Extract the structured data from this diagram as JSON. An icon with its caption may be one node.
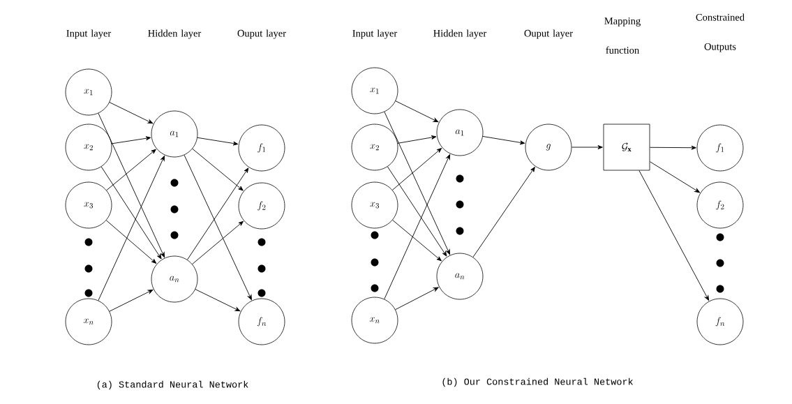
{
  "diagram": {
    "nodes": [
      {
        "text": [
          "x_1"
        ]
      },
      {
        "text": [
          "x_2"
        ]
      },
      {
        "text": [
          "x_3"
        ]
      },
      {
        "text": [
          "x_n"
        ]
      },
      {
        "text": [
          "a_1"
        ]
      },
      {
        "text": [
          "a_n"
        ]
      },
      {
        "text": [
          "f_1"
        ]
      },
      {
        "text": [
          "f_2"
        ]
      },
      {
        "text": [
          "f_n"
        ]
      },
      {
        "text": [
          "x_1"
        ]
      },
      {
        "text": [
          "x_2"
        ]
      },
      {
        "text": [
          "x_3"
        ]
      },
      {
        "text": [
          "x_n"
        ]
      },
      {
        "text": [
          "a_1"
        ]
      },
      {
        "text": [
          "a_n"
        ]
      },
      {
        "text": [
          "g"
        ]
      },
      {
        "text": [
          "\\mathcal{G}_{\\mathbf{x}}"
        ]
      },
      {
        "text": [
          "f_1"
        ]
      },
      {
        "text": [
          "f_2"
        ]
      },
      {
        "text": [
          "f_n"
        ]
      }
    ],
    "edges": [
      {
        "from": 0,
        "to": 4,
        "arrow": "to"
      },
      {
        "from": 0,
        "to": 5,
        "arrow": "to"
      },
      {
        "from": 1,
        "to": 4,
        "arrow": "to"
      },
      {
        "from": 1,
        "to": 5,
        "arrow": "to"
      },
      {
        "from": 2,
        "to": 4,
        "arrow": "to"
      },
      {
        "from": 2,
        "to": 5,
        "arrow": "to"
      },
      {
        "from": 3,
        "to": 4,
        "arrow": "to"
      },
      {
        "from": 3,
        "to": 5,
        "arrow": "to"
      },
      {
        "from": 4,
        "to": 6,
        "arrow": "to"
      },
      {
        "from": 4,
        "to": 7,
        "arrow": "to"
      },
      {
        "from": 4,
        "to": 8,
        "arrow": "to"
      },
      {
        "from": 5,
        "to": 6,
        "arrow": "to"
      },
      {
        "from": 5,
        "to": 7,
        "arrow": "to"
      },
      {
        "from": 5,
        "to": 8,
        "arrow": "to"
      },
      {
        "from": 9,
        "to": 13,
        "arrow": "to"
      },
      {
        "from": 9,
        "to": 14,
        "arrow": "to"
      },
      {
        "from": 10,
        "to": 13,
        "arrow": "to"
      },
      {
        "from": 10,
        "to": 14,
        "arrow": "to"
      },
      {
        "from": 11,
        "to": 13,
        "arrow": "to"
      },
      {
        "from": 11,
        "to": 14,
        "arrow": "to"
      },
      {
        "from": 12,
        "to": 13,
        "arrow": "to"
      },
      {
        "from": 12,
        "to": 14,
        "arrow": "to"
      },
      {
        "from": 13,
        "to": 15,
        "arrow": "to"
      },
      {
        "from": 14,
        "to": 15,
        "arrow": "to"
      },
      {
        "from": 15,
        "to": 16,
        "arrow": "to"
      },
      {
        "from": 16,
        "to": 17,
        "arrow": "to"
      },
      {
        "from": 16,
        "to": 18,
        "arrow": "to"
      },
      {
        "from": 16,
        "to": 19,
        "arrow": "to"
      }
    ],
    "labels": [
      "Input layer",
      "Hidden layer",
      "Ouput layer",
      "Input layer",
      "Hidden layer",
      "Ouput layer",
      "Mapping function",
      "Constrained Outputs",
      "(a) Standard Neural Network",
      "(b) Our Constrained Neural Network"
    ]
  }
}
